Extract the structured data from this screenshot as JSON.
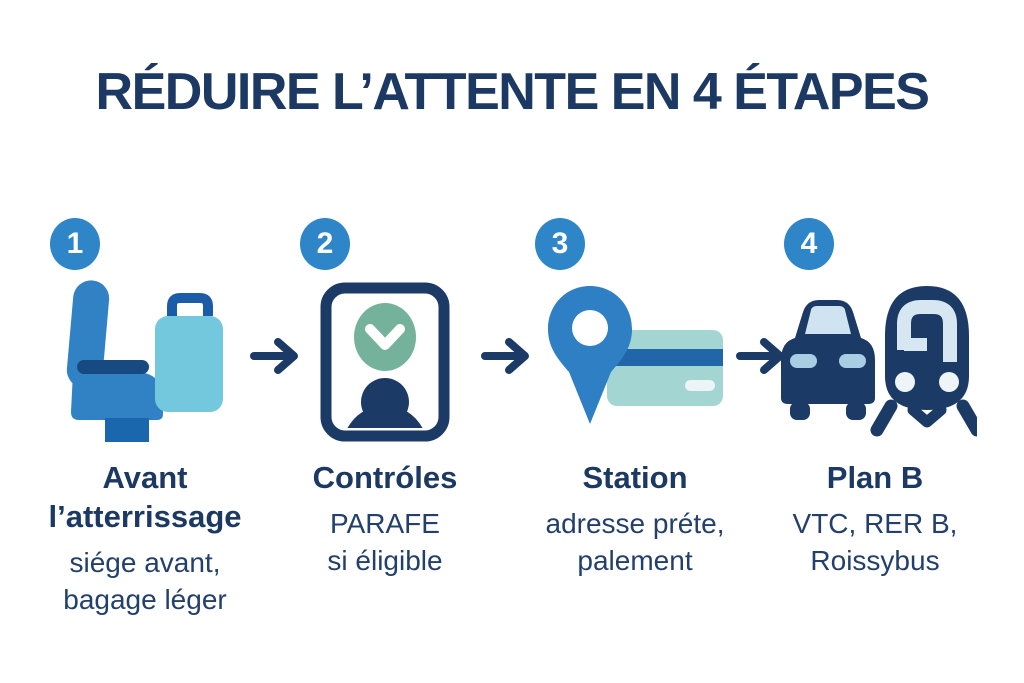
{
  "title": "RÉDUIRE L’ATTENTE EN 4 ÉTAPES",
  "steps": [
    {
      "number": "1",
      "icon": "airplane-seat-luggage-icon",
      "heading": "Avant\nl’atterrissage",
      "detail": "siége avant,\nbagage léger"
    },
    {
      "number": "2",
      "icon": "identity-check-icon",
      "heading": "Contróles",
      "detail": "PARAFE\nsi éligible"
    },
    {
      "number": "3",
      "icon": "location-pin-payment-card-icon",
      "heading": "Station",
      "detail": "adresse préte,\npalement"
    },
    {
      "number": "4",
      "icon": "car-train-icon",
      "heading": "Plan B",
      "detail": "VTC, RER B,\nRoissybus"
    }
  ],
  "colors": {
    "title_navy": "#1c3963",
    "dark_navy": "#1b3a66",
    "badge_blue": "#2e86c9",
    "primary_blue": "#3182c4",
    "medium_blue": "#1a67ad",
    "light_cyan": "#74c8de",
    "seafoam": "#a3d6d3",
    "check_green": "#74b29c",
    "light_panel": "#cfe3f0",
    "headlight_blue": "#a9cde2"
  }
}
